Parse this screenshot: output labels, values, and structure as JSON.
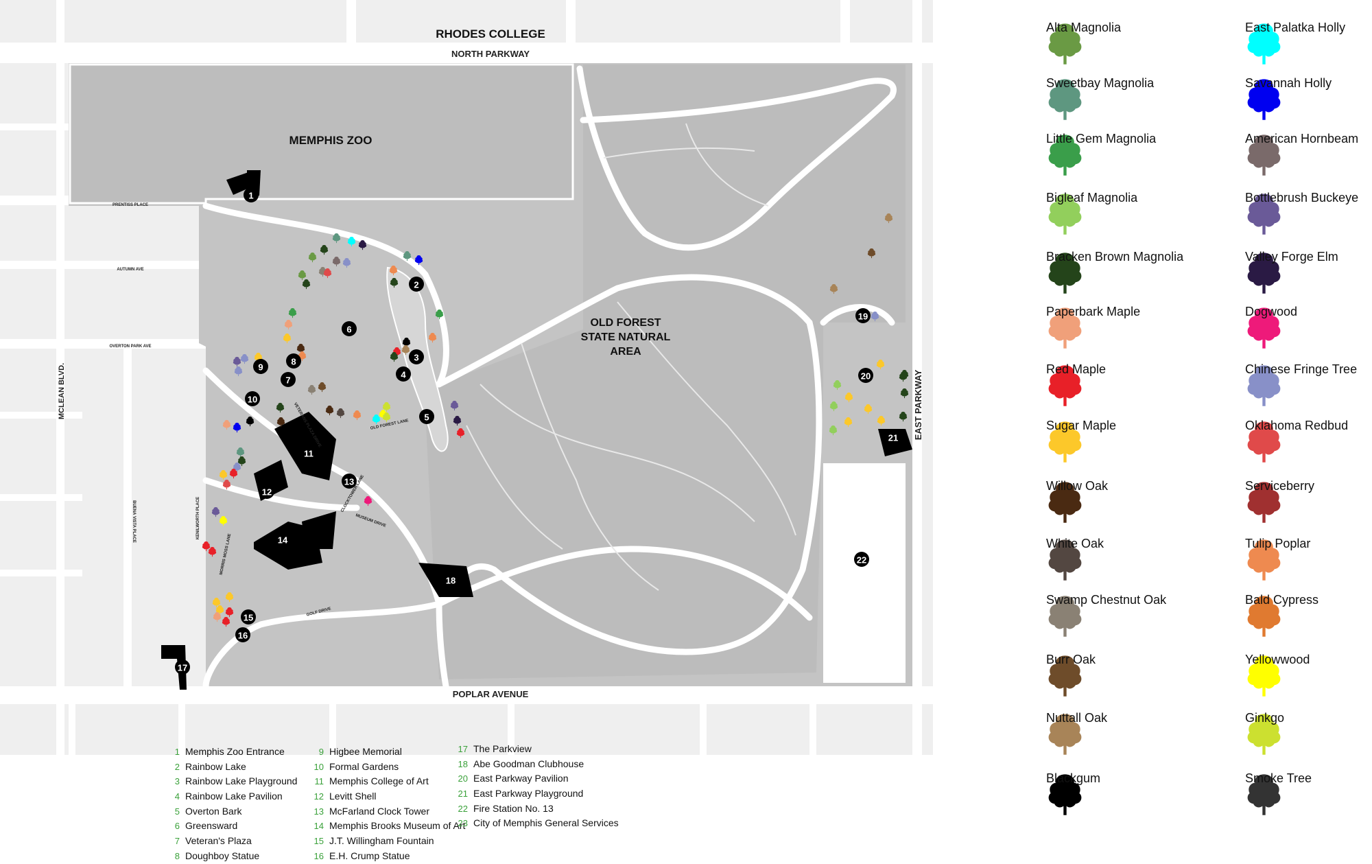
{
  "map": {
    "labels": {
      "rhodes": "RHODES COLLEGE",
      "north_parkway": "NORTH PARKWAY",
      "zoo": "MEMPHIS  ZOO",
      "forest_line1": "OLD FOREST",
      "forest_line2": "STATE NATURAL",
      "forest_line3": "AREA",
      "poplar": "POPLAR AVENUE",
      "mclean": "MCLEAN BLVD.",
      "east_parkway": "EAST PARKWAY",
      "prentiss": "PRENTISS PLACE",
      "autumn": "AUTUMN AVE",
      "overton_park_ave": "OVERTON PARK AVE",
      "buena_vista": "BUENA VISTA PLACE",
      "kenilworth": "KENILWORTH PLACE",
      "morris_moss": "MORRIS MOSS LANE",
      "veterans_plaza": "VETERANS PLAZA DRIVE",
      "old_forest_lane": "OLD FOREST LANE",
      "clocktower": "CLOCKTOWER LANE",
      "museum_drive": "MUSEUM DRIVE",
      "golf_drive": "GOLF DRIVE"
    },
    "markers": [
      "1",
      "2",
      "3",
      "4",
      "5",
      "6",
      "7",
      "8",
      "9",
      "10",
      "11",
      "12",
      "13",
      "14",
      "15",
      "16",
      "17",
      "18",
      "19",
      "20",
      "21",
      "22"
    ]
  },
  "locations": [
    {
      "n": "1",
      "name": "Memphis Zoo Entrance"
    },
    {
      "n": "2",
      "name": "Rainbow Lake"
    },
    {
      "n": "3",
      "name": "Rainbow Lake Playground"
    },
    {
      "n": "4",
      "name": "Rainbow Lake Pavilion"
    },
    {
      "n": "5",
      "name": "Overton Bark"
    },
    {
      "n": "6",
      "name": "Greensward"
    },
    {
      "n": "7",
      "name": "Veteran's Plaza"
    },
    {
      "n": "8",
      "name": "Doughboy Statue"
    },
    {
      "n": "9",
      "name": "Higbee Memorial"
    },
    {
      "n": "10",
      "name": "Formal Gardens"
    },
    {
      "n": "11",
      "name": "Memphis College of Art"
    },
    {
      "n": "12",
      "name": "Levitt Shell"
    },
    {
      "n": "13",
      "name": "McFarland Clock Tower"
    },
    {
      "n": "14",
      "name": "Memphis Brooks Museum of Art"
    },
    {
      "n": "15",
      "name": "J.T. Willingham Fountain"
    },
    {
      "n": "16",
      "name": "E.H. Crump Statue"
    },
    {
      "n": "17",
      "name": "The Parkview"
    },
    {
      "n": "18",
      "name": "Abe Goodman Clubhouse"
    },
    {
      "n": "20",
      "name": "East Parkway Pavilion"
    },
    {
      "n": "21",
      "name": "East Parkway Playground"
    },
    {
      "n": "22",
      "name": "Fire Station No. 13"
    },
    {
      "n": "23",
      "name": "City of Memphis General Services"
    }
  ],
  "trees": [
    {
      "name": "Alta Magnolia",
      "color": "#6a9a44"
    },
    {
      "name": "Sweetbay Magnolia",
      "color": "#5e9780"
    },
    {
      "name": "Little Gem Magnolia",
      "color": "#3a9e4a"
    },
    {
      "name": "Bigleaf Magnolia",
      "color": "#92cf5c"
    },
    {
      "name": "Bracken Brown Magnolia",
      "color": "#24441a"
    },
    {
      "name": "Paperbark Maple",
      "color": "#f0a07a"
    },
    {
      "name": "Red Maple",
      "color": "#e82028"
    },
    {
      "name": "Sugar Maple",
      "color": "#fcc82a"
    },
    {
      "name": "Willow Oak",
      "color": "#4a2a12"
    },
    {
      "name": "White Oak",
      "color": "#534741"
    },
    {
      "name": "Swamp Chestnut Oak",
      "color": "#8a8174"
    },
    {
      "name": "Burr Oak",
      "color": "#6e4c2a"
    },
    {
      "name": "Nuttall Oak",
      "color": "#a88458"
    },
    {
      "name": "Blackgum",
      "color": "#000000"
    },
    {
      "name": "East Palatka Holly",
      "color": "#00ffff"
    },
    {
      "name": "Savannah Holly",
      "color": "#0000f0"
    },
    {
      "name": "American Hornbeam",
      "color": "#7a6a6a"
    },
    {
      "name": "Bottlebrush Buckeye",
      "color": "#6a5a98"
    },
    {
      "name": "Valley Forge Elm",
      "color": "#2a1a44"
    },
    {
      "name": "Dogwood",
      "color": "#ee1a7a"
    },
    {
      "name": "Chinese Fringe Tree",
      "color": "#8890c8"
    },
    {
      "name": "Oklahoma Redbud",
      "color": "#e04a4a"
    },
    {
      "name": "Serviceberry",
      "color": "#a03030"
    },
    {
      "name": "Tulip Poplar",
      "color": "#ee8a50"
    },
    {
      "name": "Bald Cypress",
      "color": "#e07a30"
    },
    {
      "name": "Yellowwood",
      "color": "#ffff00"
    },
    {
      "name": "Ginkgo",
      "color": "#cce030"
    },
    {
      "name": "Smoke Tree",
      "color": "#333333"
    }
  ]
}
